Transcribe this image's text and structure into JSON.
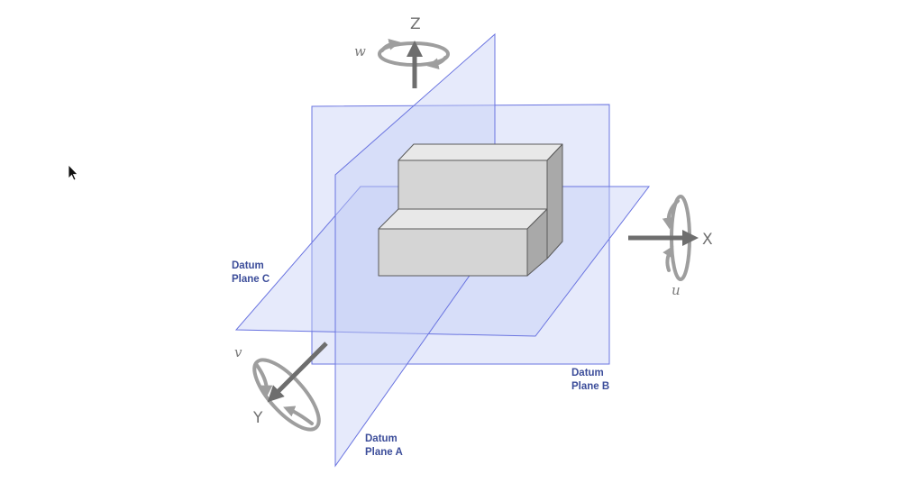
{
  "colors": {
    "plane_fill": "#c3cdf5",
    "plane_stroke": "#6a74e0",
    "plane_label": "#3c4d9a",
    "block_top": "#e8e8e8",
    "block_front": "#d5d5d5",
    "block_side": "#a9a9a9",
    "block_edge": "#5a5a5a",
    "axis_arrow": "#6e6e6e",
    "rotation_arrow": "#9e9e9e"
  },
  "axes": {
    "x": {
      "label": "X",
      "rotation": "u"
    },
    "y": {
      "label": "Y",
      "rotation": "v"
    },
    "z": {
      "label": "Z",
      "rotation": "w"
    }
  },
  "planes": {
    "a": {
      "line1": "Datum",
      "line2": "Plane A"
    },
    "b": {
      "line1": "Datum",
      "line2": "Plane B"
    },
    "c": {
      "line1": "Datum",
      "line2": "Plane C"
    }
  },
  "icons": {
    "cursor": "mouse-pointer-icon"
  }
}
